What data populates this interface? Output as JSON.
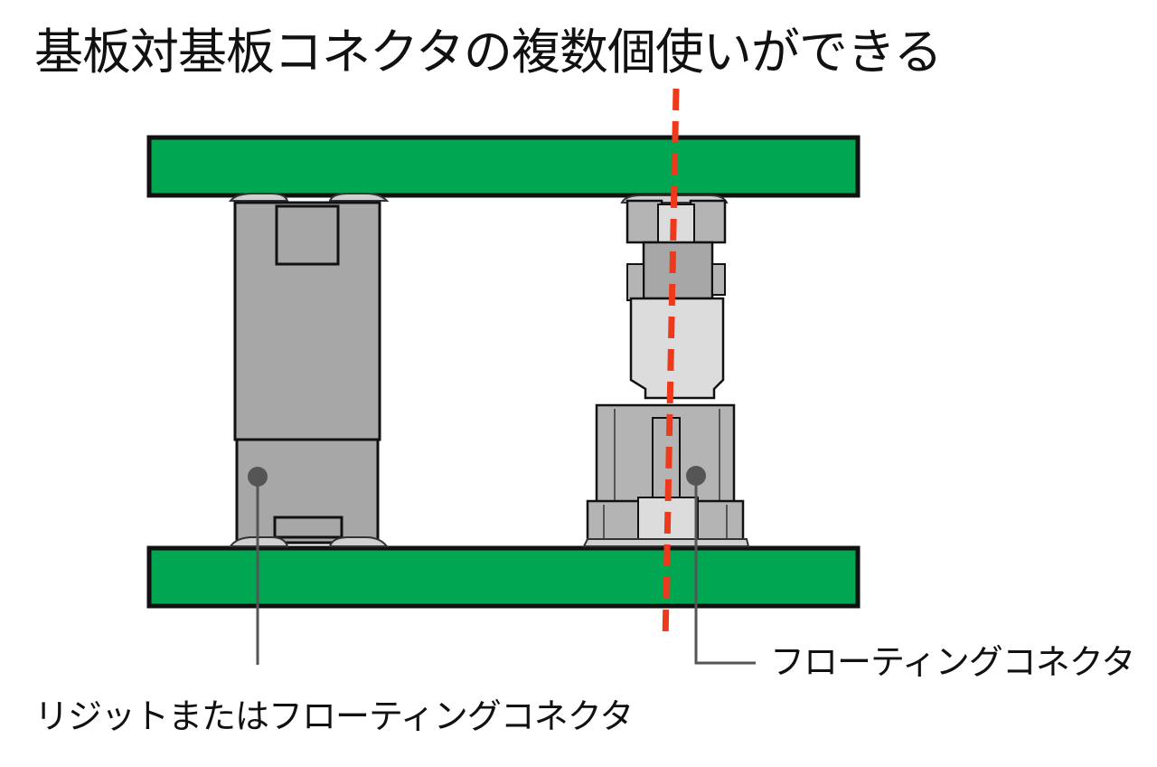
{
  "title": "基板対基板コネクタの複数個使いができる",
  "labels": {
    "left_connector": "リジットまたはフローティングコネクタ",
    "right_connector": "フローティングコネクタ"
  },
  "colors": {
    "board": "#00a651",
    "board_outline": "#111111",
    "connector_dark": "#a7a7a7",
    "connector_mid": "#b4b4b4",
    "connector_light": "#dcdcdc",
    "center_line": "#ee3a1c",
    "leader_line": "#555555"
  }
}
